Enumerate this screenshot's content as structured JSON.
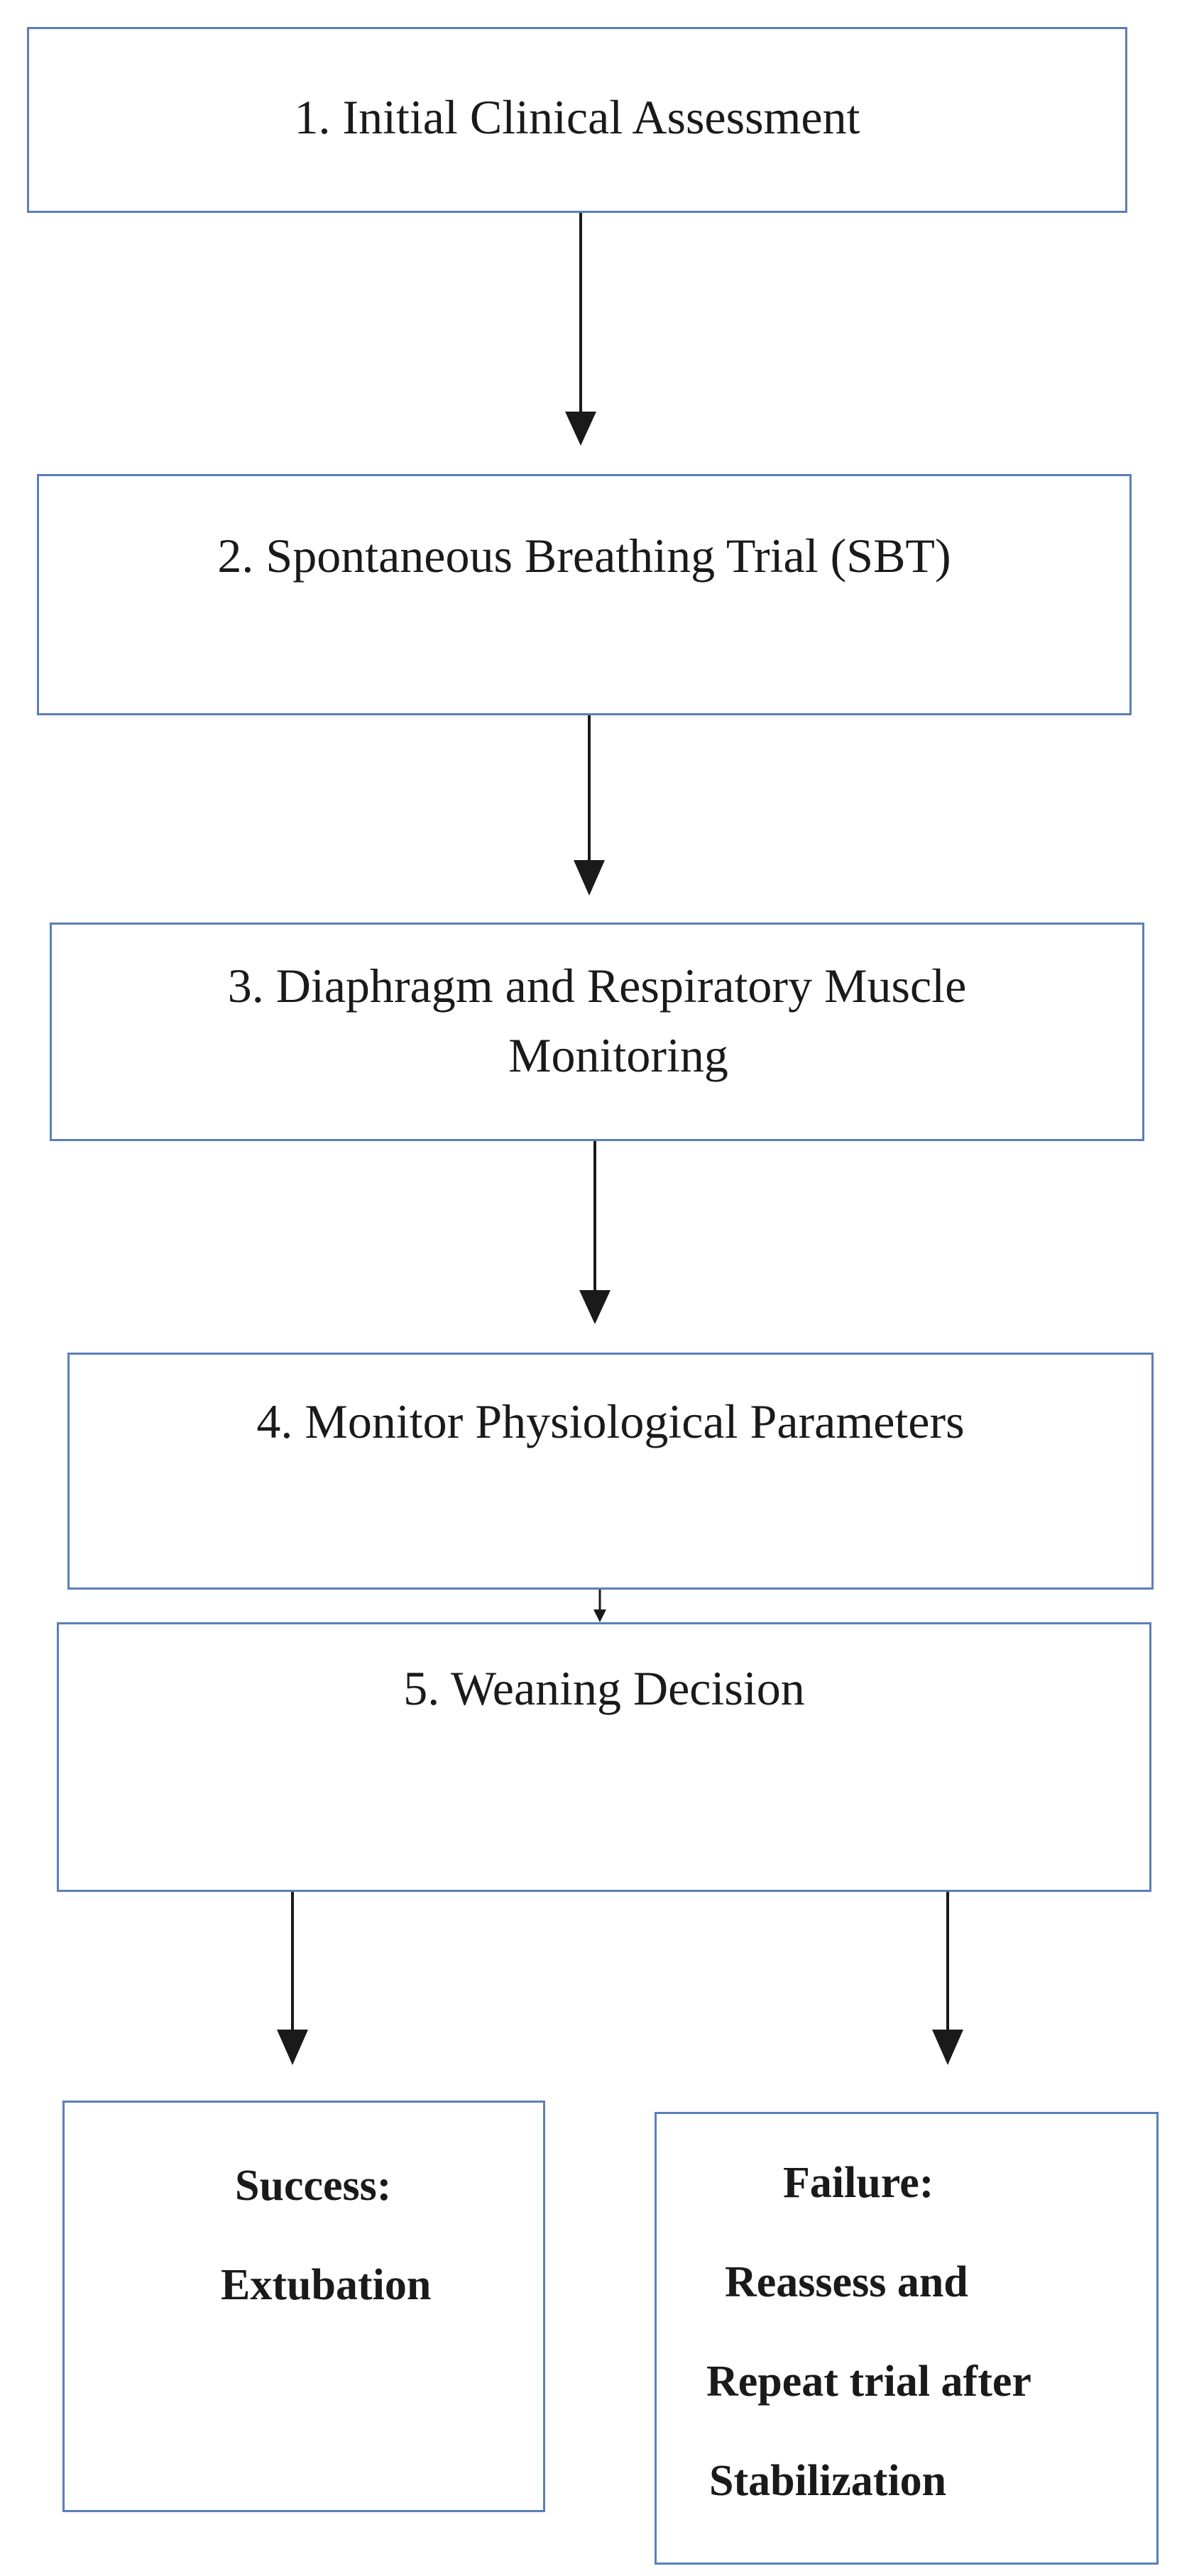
{
  "steps": [
    {
      "id": "step-1",
      "label": "1. Initial Clinical Assessment"
    },
    {
      "id": "step-2",
      "label": "2. Spontaneous Breathing Trial (SBT)"
    },
    {
      "id": "step-3",
      "lines": [
        "3. Diaphragm and Respiratory Muscle",
        "Monitoring"
      ]
    },
    {
      "id": "step-4",
      "label": "4. Monitor Physiological Parameters"
    },
    {
      "id": "step-5",
      "label": "5. Weaning Decision"
    }
  ],
  "outcomes": {
    "success": {
      "title": "Success:",
      "lines": [
        "Extubation"
      ]
    },
    "failure": {
      "title": "Failure:",
      "lines": [
        "Reassess and",
        "Repeat trial after",
        "Stabilization"
      ]
    }
  }
}
